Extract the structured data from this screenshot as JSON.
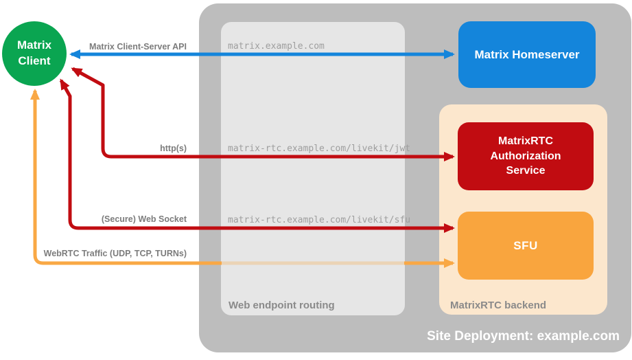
{
  "colors": {
    "green": "#0AA551",
    "blue": "#1485DB",
    "red": "#C10C11",
    "orange": "#F9A53E",
    "orange_arrow": "#F9A845",
    "peach": "#FCE7CD",
    "outer_gray": "#BDBDBD",
    "inner_gray": "#E6E6E6",
    "label_gray": "#7C7C7C",
    "url_gray": "#9E9E9E",
    "container_label_gray": "#8A8A8A"
  },
  "nodes": {
    "client": {
      "label": "Matrix Client"
    },
    "homeserver": {
      "label": "Matrix Homeserver"
    },
    "auth_service": {
      "label": "MatrixRTC Authorization Service"
    },
    "sfu": {
      "label": "SFU"
    }
  },
  "containers": {
    "site_deployment": {
      "label": "Site Deployment: example.com"
    },
    "web_endpoint_routing": {
      "label": "Web endpoint routing"
    },
    "matrixrtc_backend": {
      "label": "MatrixRTC backend"
    }
  },
  "connections": [
    {
      "label": "Matrix Client-Server API",
      "color": "blue",
      "from": "Matrix Client",
      "to": "Matrix Homeserver"
    },
    {
      "label": "http(s)",
      "color": "red",
      "from": "Matrix Client",
      "to": "MatrixRTC Authorization Service"
    },
    {
      "label": "(Secure) Web Socket",
      "color": "red",
      "from": "Matrix Client",
      "to": "SFU"
    },
    {
      "label": "WebRTC Traffic (UDP, TCP, TURNs)",
      "color": "orange",
      "from": "Matrix Client",
      "to": "SFU"
    }
  ],
  "endpoints": [
    "matrix.example.com",
    "matrix-rtc.example.com/livekit/jwt",
    "matrix-rtc.example.com/livekit/sfu"
  ]
}
